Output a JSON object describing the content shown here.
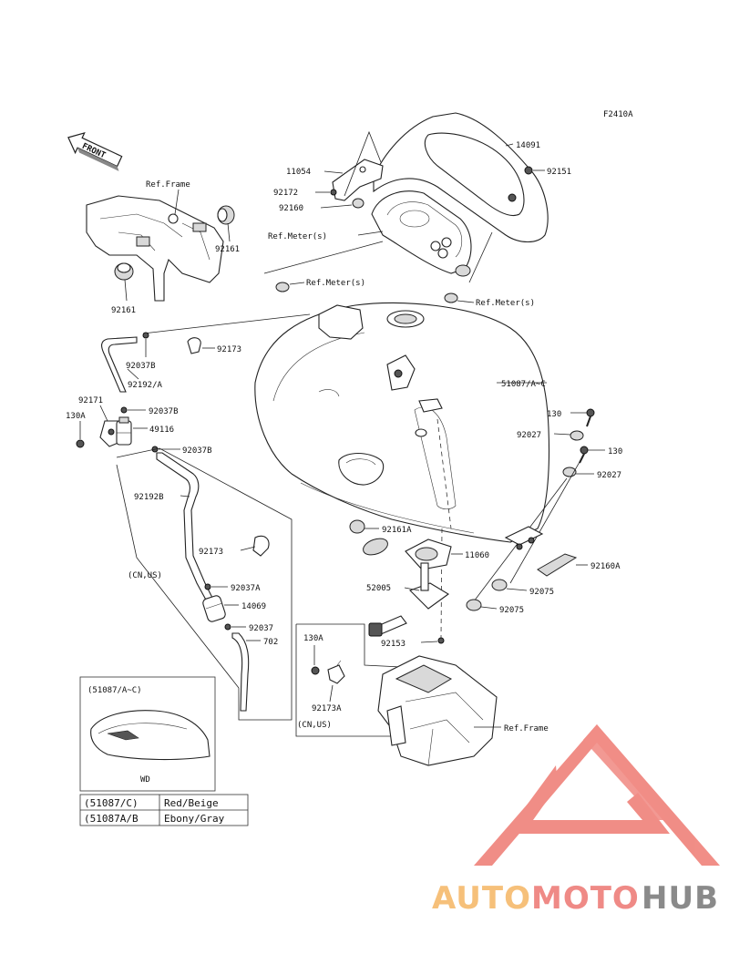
{
  "figure_code": "F2410A",
  "front_label": "FRONT",
  "callouts": {
    "p14091": "14091",
    "p92151": "92151",
    "p11054": "11054",
    "p92172": "92172",
    "p92160": "92160",
    "ref_meter_a": "Ref.Meter(s)",
    "ref_meter_b": "Ref.Meter(s)",
    "ref_meter_c": "Ref.Meter(s)",
    "ref_frame_top": "Ref.Frame",
    "p92161_a": "92161",
    "p92161_b": "92161",
    "p92037B_a": "92037B",
    "p92173_a": "92173",
    "p92192A": "92192/A",
    "p51087": "51087/A~C",
    "p92171": "92171",
    "p130A_a": "130A",
    "p92037B_b": "92037B",
    "p49116": "49116",
    "p92037B_c": "92037B",
    "p130_a": "130",
    "p92027_a": "92027",
    "p130_b": "130",
    "p92027_b": "92027",
    "p92192B": "92192B",
    "p92161A": "92161A",
    "p11060": "11060",
    "p92173_b": "92173",
    "p92160A": "92160A",
    "cn_us_a": "(CN,US)",
    "p52005": "52005",
    "p92037A": "92037A",
    "p92075_a": "92075",
    "p14069": "14069",
    "p92075_b": "92075",
    "p92037": "92037",
    "p702": "702",
    "p92153": "92153",
    "p130A_b": "130A",
    "p92173A": "92173A",
    "cn_us_b": "(CN,US)",
    "ref_frame_bottom": "Ref.Frame"
  },
  "inset": {
    "title": "(51087/A~C)",
    "caption": "WD"
  },
  "color_table": [
    {
      "code": "(51087/C)",
      "color": "Red/Beige"
    },
    {
      "code": "(51087A/B",
      "color": "Ebony/Gray"
    }
  ],
  "watermark": {
    "part1": "AUTO",
    "part2": "MOTO",
    "part3": "HUB",
    "color1": "#f6c07a",
    "color2": "#ef8a86",
    "color3": "#8a8a8a",
    "logo_color": "#ee7a72"
  }
}
